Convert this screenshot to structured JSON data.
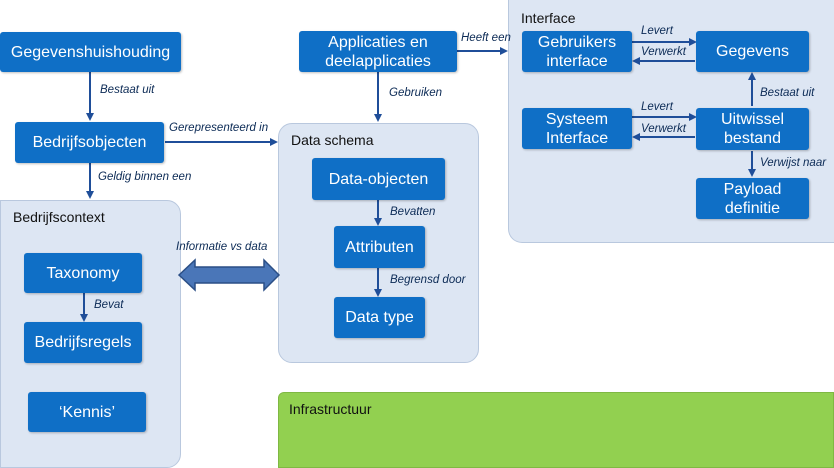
{
  "groups": {
    "bedrijfscontext": "Bedrijfscontext",
    "data_schema": "Data schema",
    "interface": "Interface",
    "infrastructuur": "Infrastructuur"
  },
  "boxes": {
    "gegevenshuishouding": "Gegevenshuishouding",
    "bedrijfsobjecten": "Bedrijfsobjecten",
    "taxonomy": "Taxonomy",
    "bedrijfsregels": "Bedrijfsregels",
    "kennis": "‘Kennis’",
    "applicaties": "Applicaties en\ndeelapplicaties",
    "data_objecten": "Data-objecten",
    "attributen": "Attributen",
    "data_type": "Data type",
    "gebruikers_interface": "Gebruikers\ninterface",
    "gegevens": "Gegevens",
    "systeem_interface": "Systeem\nInterface",
    "uitwissel_bestand": "Uitwissel\nbestand",
    "payload_definitie": "Payload\ndefinitie"
  },
  "labels": {
    "bestaat_uit_1": "Bestaat uit",
    "gerepresenteerd_in": "Gerepresenteerd in",
    "geldig_binnen_een": "Geldig binnen een",
    "bevat": "Bevat",
    "informatie_vs_data": "Informatie vs data",
    "gebruiken": "Gebruiken",
    "heeft_een": "Heeft een",
    "bevatten": "Bevatten",
    "begrensd_door": "Begrensd door",
    "levert_1": "Levert",
    "verwerkt_1": "Verwerkt",
    "levert_2": "Levert",
    "verwerkt_2": "Verwerkt",
    "bestaat_uit_2": "Bestaat uit",
    "verwijst_naar": "Verwijst naar"
  },
  "colors": {
    "box": "#0f6fc6",
    "group": "#dde6f3",
    "infra": "#92d050",
    "arrow": "#1f4e99",
    "double_arrow_fill": "#4a76b8"
  }
}
